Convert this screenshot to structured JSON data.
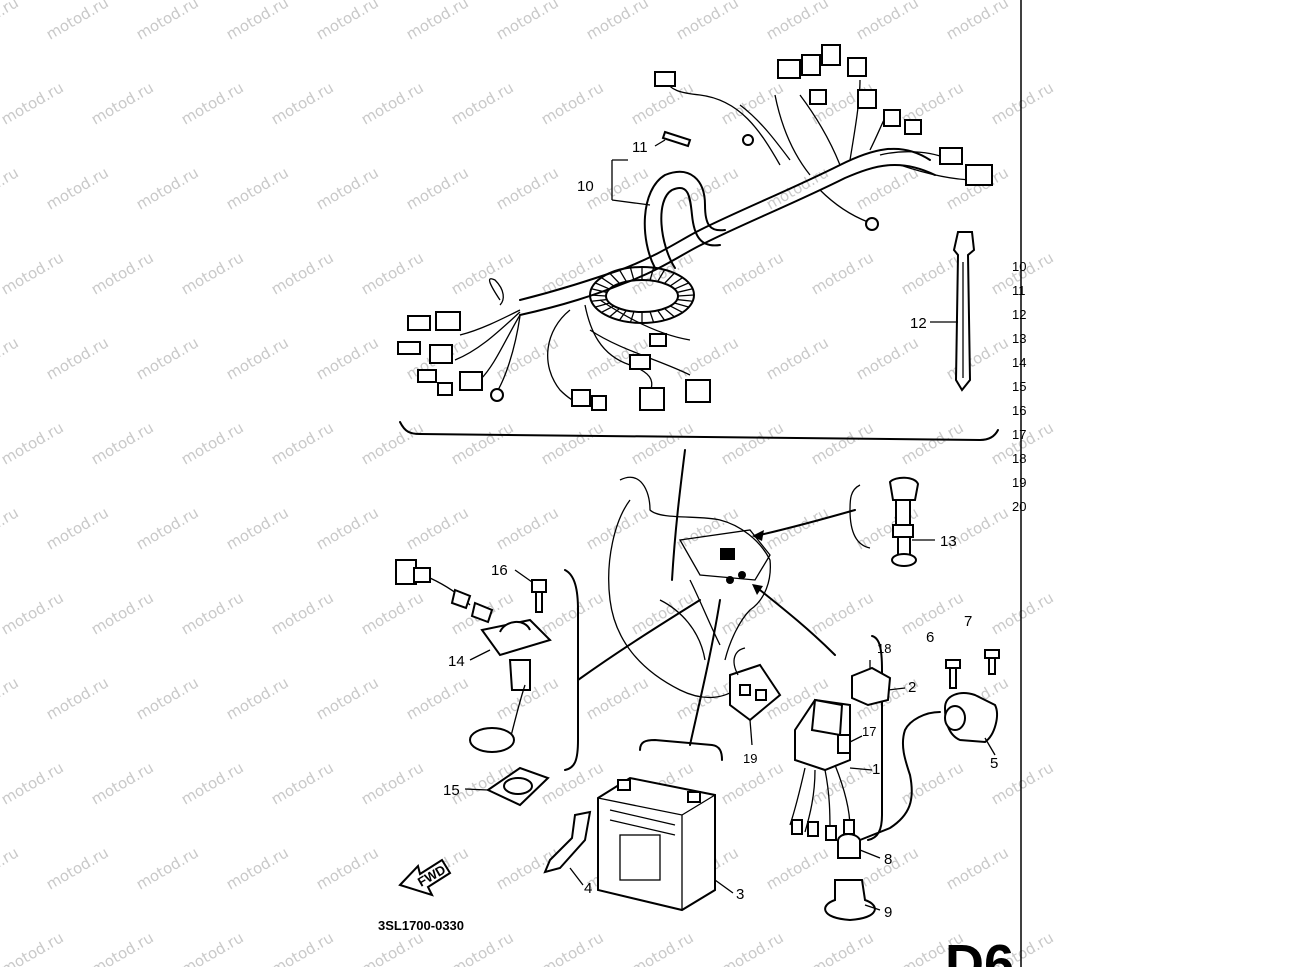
{
  "diagram": {
    "watermark": "motod.ru",
    "reference_code": "3SL1700-0330",
    "direction_label": "FWD",
    "page_mark": "D6",
    "callouts": [
      {
        "id": "c1",
        "text": "1"
      },
      {
        "id": "c2",
        "text": "2"
      },
      {
        "id": "c3",
        "text": "3"
      },
      {
        "id": "c4",
        "text": "4"
      },
      {
        "id": "c5",
        "text": "5"
      },
      {
        "id": "c6",
        "text": "6"
      },
      {
        "id": "c7",
        "text": "7"
      },
      {
        "id": "c8",
        "text": "8"
      },
      {
        "id": "c9",
        "text": "9"
      },
      {
        "id": "c10",
        "text": "10"
      },
      {
        "id": "c11",
        "text": "11"
      },
      {
        "id": "c12",
        "text": "12"
      },
      {
        "id": "c13",
        "text": "13"
      },
      {
        "id": "c14",
        "text": "14"
      },
      {
        "id": "c15",
        "text": "15"
      },
      {
        "id": "c16",
        "text": "16"
      },
      {
        "id": "c17",
        "text": "17"
      },
      {
        "id": "c18",
        "text": "18"
      },
      {
        "id": "c19",
        "text": "19"
      }
    ],
    "parts_list_fragments": [
      "10",
      "11",
      "12",
      "13",
      "14",
      "15",
      "16",
      "17",
      "18",
      "19",
      "20"
    ]
  }
}
